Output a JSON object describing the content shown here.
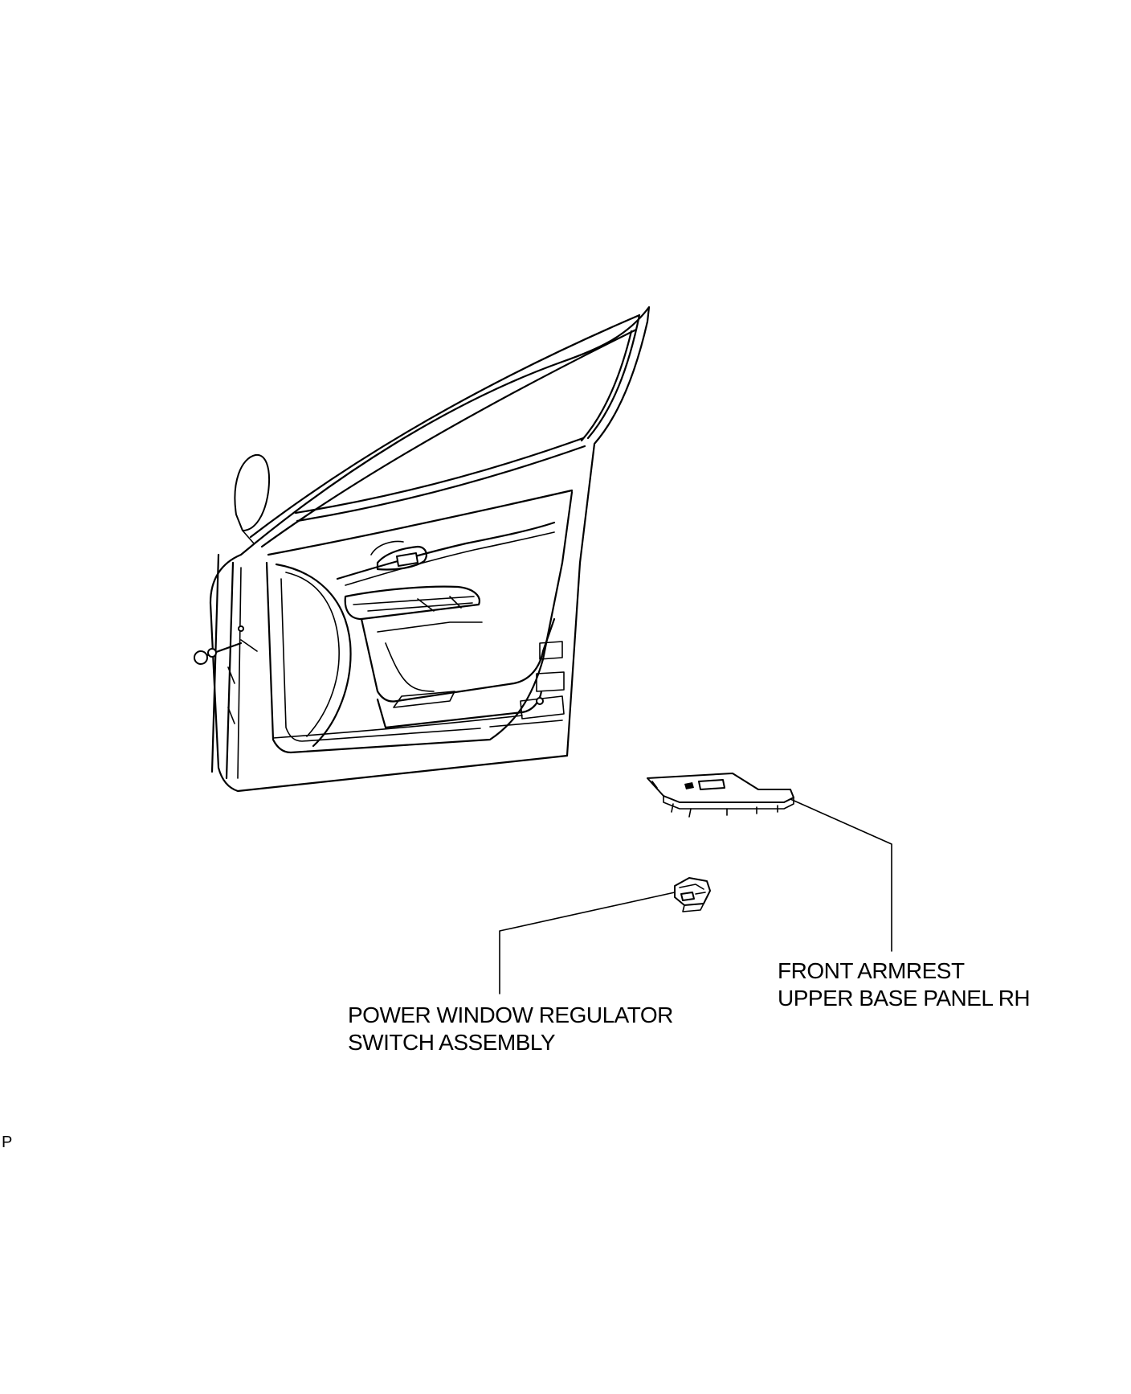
{
  "callouts": [
    {
      "id": "switch",
      "lines": [
        "POWER WINDOW REGULATOR",
        "SWITCH ASSEMBLY"
      ]
    },
    {
      "id": "panel",
      "lines": [
        "FRONT ARMREST",
        "UPPER BASE PANEL RH"
      ]
    }
  ],
  "corner_mark": "P",
  "colors": {
    "line": "#000000",
    "background": "#ffffff"
  }
}
